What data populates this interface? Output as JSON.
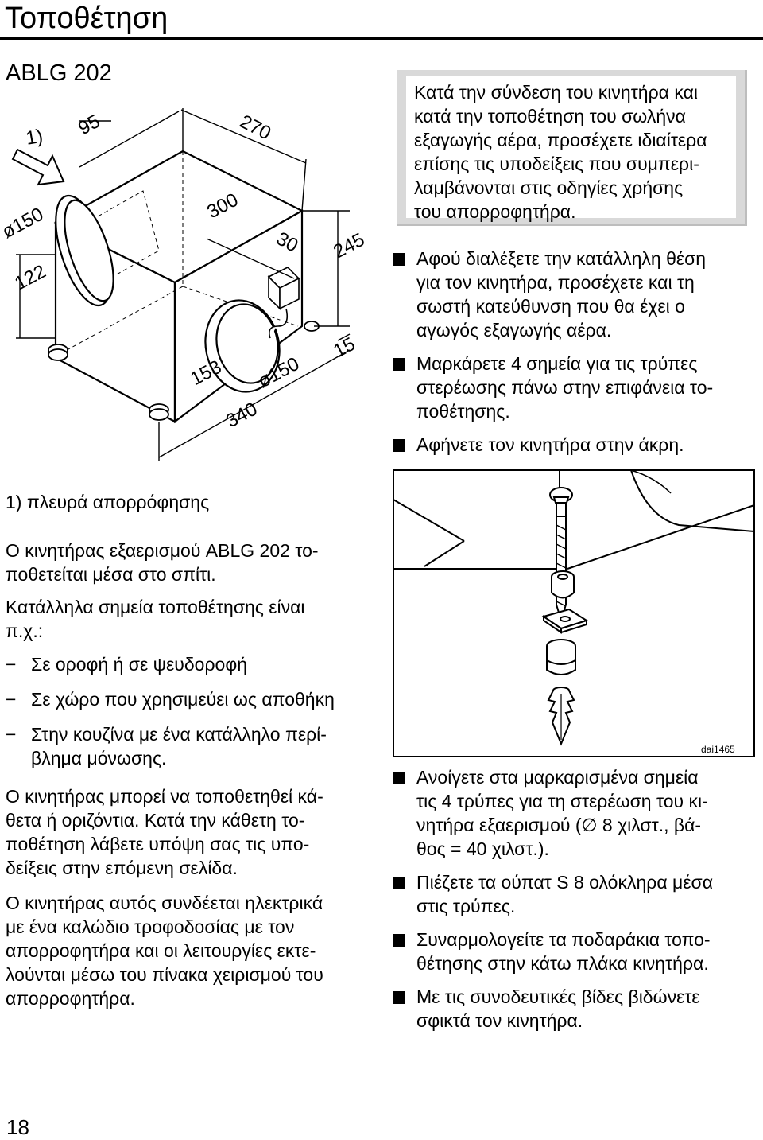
{
  "page": {
    "title": "Τοποθέτηση",
    "model": "ABLG 202",
    "page_number": "18"
  },
  "diagram1": {
    "labels": {
      "side": "1)",
      "d95": "95",
      "d270": "270",
      "d150a": "ø150",
      "d300": "300",
      "d30": "30",
      "d245": "245",
      "d122": "122",
      "d15": "15",
      "d153": "153",
      "d150b": "ø150",
      "d340": "340"
    }
  },
  "diagram2": {
    "ref": "dai1465"
  },
  "note": {
    "lines": [
      "Κατά την σύνδεση του κινητήρα και",
      "κατά την τοποθέτηση του σωλήνα",
      "εξαγωγής αέρα, προσέχετε ιδιαίτερα",
      "επίσης τις υποδείξεις που συμπερι-",
      "λαμβάνονται στις οδηγίες χρήσης",
      "του απορροφητήρα."
    ]
  },
  "steps_top": [
    {
      "lines": [
        "Αφού διαλέξετε την κατάλληλη θέση",
        "για τον κινητήρα, προσέχετε και τη",
        "σωστή κατεύθυνση που θα έχει ο",
        "αγωγός εξαγωγής αέρα."
      ]
    },
    {
      "lines": [
        "Μαρκάρετε 4 σημεία για τις τρύπες",
        "στερέωσης πάνω στην επιφάνεια το-",
        "ποθέτησης."
      ]
    },
    {
      "lines": [
        "Αφήνετε τον κινητήρα στην άκρη."
      ]
    }
  ],
  "steps_bottom": [
    {
      "lines": [
        "Ανοίγετε στα μαρκαρισμένα σημεία",
        "τις 4 τρύπες για τη στερέωση του κι-",
        "νητήρα εξαερισμού (∅ 8 χιλστ., βά-",
        "θος = 40 χιλστ.)."
      ]
    },
    {
      "lines": [
        "Πιέζετε τα ούπατ S 8 ολόκληρα μέσα",
        "στις τρύπες."
      ]
    },
    {
      "lines": [
        "Συναρμολογείτε τα ποδαράκια τοπο-",
        "θέτησης στην κάτω πλάκα κινητήρα."
      ]
    },
    {
      "lines": [
        "Με τις συνοδευτικές βίδες βιδώνετε",
        "σφικτά τον κινητήρα."
      ]
    }
  ],
  "left_text": {
    "footnote": "1) πλευρά απορρόφησης",
    "p1": [
      "Ο κινητήρας εξαερισμού ABLG 202 το-",
      "ποθετείται μέσα στο σπίτι."
    ],
    "p2": [
      "Κατάλληλα σημεία τοποθέτησης είναι",
      "π.χ.:"
    ],
    "dash_items": [
      {
        "dash": "−",
        "lines": [
          "Σε οροφή ή σε ψευδοροφή"
        ]
      },
      {
        "dash": "−",
        "lines": [
          "Σε χώρο που χρησιμεύει ως αποθήκη"
        ]
      },
      {
        "dash": "−",
        "lines": [
          "Στην κουζίνα με ένα κατάλληλο περί-",
          "βλημα μόνωσης."
        ]
      }
    ],
    "p3": [
      "Ο κινητήρας μπορεί να τοποθετηθεί κά-",
      "θετα ή οριζόντια. Κατά την κάθετη το-",
      "ποθέτηση λάβετε υπόψη σας τις υπο-",
      "δείξεις στην επόμενη σελίδα."
    ],
    "p4": [
      "Ο κινητήρας αυτός συνδέεται ηλεκτρικά",
      "με ένα καλώδιο τροφοδοσίας με τον",
      "απορροφητήρα και οι λειτουργίες εκτε-",
      "λούνται μέσω του πίνακα χειρισμού του",
      "απορροφητήρα."
    ]
  }
}
